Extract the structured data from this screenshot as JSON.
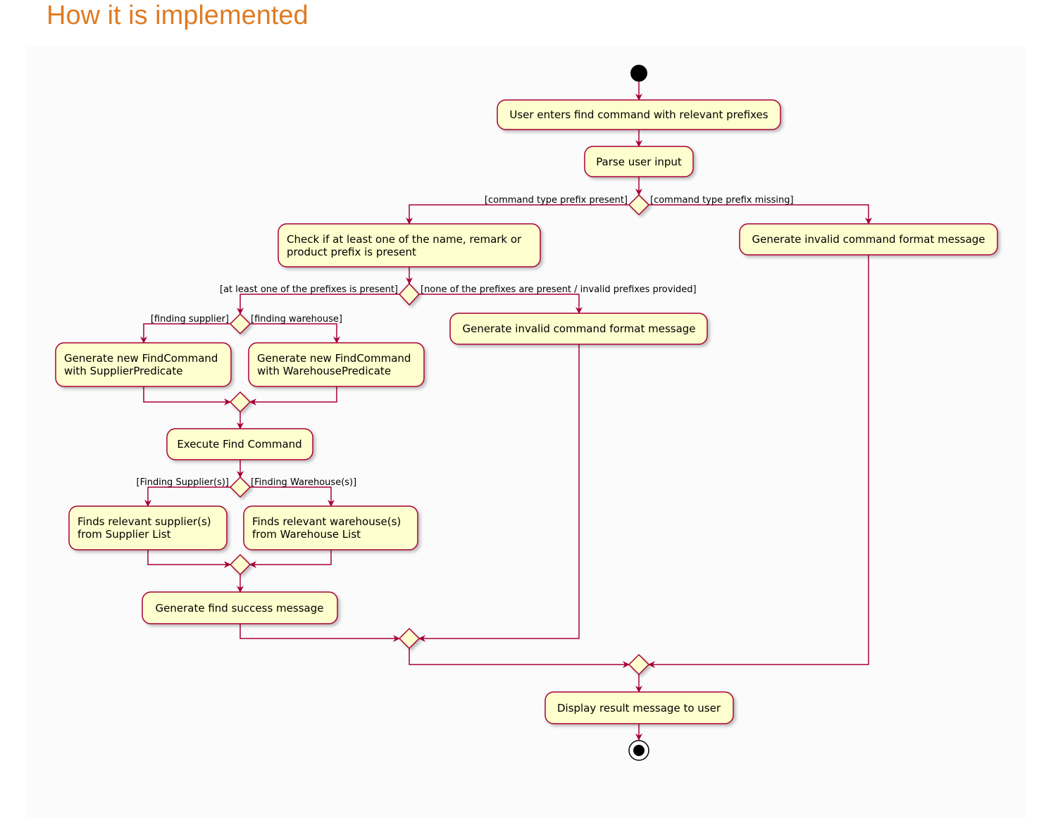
{
  "page": {
    "heading": "How it is implemented"
  },
  "diagram": {
    "colors": {
      "line": "#a80036",
      "node_fill": "#fefece",
      "heading": "#e07b24"
    },
    "actions": {
      "enter_command": "User enters find command with relevant prefixes",
      "parse_input": "Parse user input",
      "check_prefix_line1": "Check if at least one of the name, remark or",
      "check_prefix_line2": "product prefix is present",
      "invalid_format_right": "Generate invalid command format message",
      "invalid_format_middle": "Generate invalid command format message",
      "supplier_cmd_line1": "Generate new FindCommand",
      "supplier_cmd_line2": "with SupplierPredicate",
      "warehouse_cmd_line1": "Generate new FindCommand",
      "warehouse_cmd_line2": "with WarehousePredicate",
      "execute_find": "Execute Find Command",
      "find_supplier_line1": "Finds relevant supplier(s)",
      "find_supplier_line2": "from Supplier List",
      "find_warehouse_line1": "Finds relevant warehouse(s)",
      "find_warehouse_line2": "from Warehouse List",
      "success_message": "Generate find success message",
      "display_result": "Display result message to user"
    },
    "guards": {
      "type_prefix_present": "[command type prefix present]",
      "type_prefix_missing": "[command type prefix missing]",
      "prefix_present": "[at least one of the prefixes is present]",
      "prefix_none": "[none of the prefixes are present / invalid prefixes provided]",
      "finding_supplier": "[finding supplier]",
      "finding_warehouse": "[finding warehouse]",
      "finding_suppliers": "[Finding Supplier(s)]",
      "finding_warehouses": "[Finding Warehouse(s)]"
    }
  }
}
